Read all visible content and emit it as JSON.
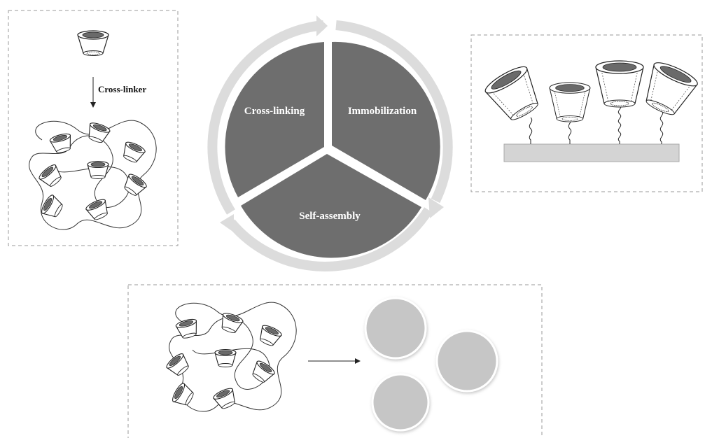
{
  "cycle": {
    "segments": [
      {
        "id": "cross-linking",
        "label": "Cross-linking"
      },
      {
        "id": "immobilization",
        "label": "Immobilization"
      },
      {
        "id": "self-assembly",
        "label": "Self-assembly"
      }
    ]
  },
  "panels": {
    "cross_linking": {
      "reagent_label": "Cross-linker"
    }
  },
  "colors": {
    "segment_fill": "#6e6e6e",
    "ring": "#dcdcdc",
    "panel_border": "#9a9a9a",
    "particle": "#c6c6c6",
    "surface": "#d4d4d4"
  },
  "icons": [
    "cyclodextrin-cone-icon",
    "polymer-network-icon",
    "nanoparticle-icon",
    "arrow-icon"
  ]
}
